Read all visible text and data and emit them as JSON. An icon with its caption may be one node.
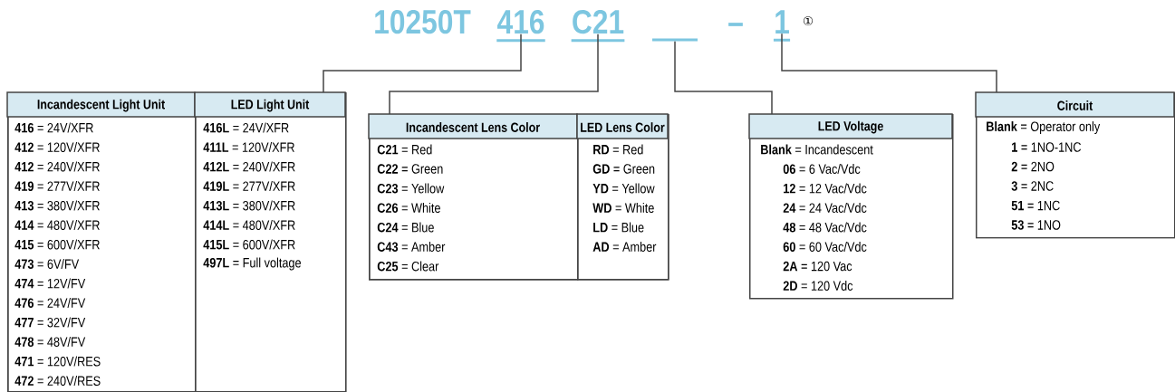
{
  "diagram": {
    "nodes": [
      {
        "text": [
          "416"
        ]
      },
      {
        "text": [
          "C21"
        ]
      },
      {
        "text": [],
        "shape": "bar"
      },
      {
        "text": [
          "1"
        ]
      },
      {
        "text": [],
        "shape": "box"
      },
      {
        "text": [
          "Incandescent Light Unit",
          "**416** = 24V/XFR",
          "**412** = 120V/XFR",
          "**412** = 240V/XFR",
          "**419** = 277V/XFR",
          "**413** = 380V/XFR",
          "**414** = 480V/XFR",
          "**415** = 600V/XFR",
          "**473** = 6V/FV",
          "**474** = 12V/FV",
          "**476** = 24V/FV",
          "**477** = 32V/FV",
          "**478** = 48V/FV",
          "**471** = 120V/RES",
          "**472** = 240V/RES"
        ],
        "in": 4
      },
      {
        "text": [
          "LED Light Unit",
          "**416L** = 24V/XFR",
          "**411L** = 120V/XFR",
          "**412L** = 240V/XFR",
          "**419L** = 277V/XFR",
          "**413L** = 380V/XFR",
          "**414L** = 480V/XFR",
          "**415L** = 600V/XFR",
          "**497L** = Full voltage"
        ],
        "in": 4
      },
      {
        "text": [],
        "shape": "box"
      },
      {
        "text": [
          "Incandescent Lens Color",
          "**C21** = Red",
          "**C22** = Green",
          "**C23** = Yellow",
          "**C26** = White",
          "**C24** = Blue",
          "**C43** = Amber",
          "**C25** = Clear"
        ],
        "in": 7
      },
      {
        "text": [
          "LED Lens Color",
          "**RD** = Red",
          "**GD** = Green",
          "**YD** = Yellow",
          "**WD** = White",
          "**LD** = Blue",
          "**AD** = Amber"
        ],
        "in": 7
      },
      {
        "text": [
          "LED Voltage",
          "**Blank** = Incandescent",
          "**06** = 6 Vac/Vdc",
          "**12** = 12 Vac/Vdc",
          "**24** = 24 Vac/Vdc",
          "**48** = 48 Vac/Vdc",
          "**60** = 60 Vac/Vdc",
          "**2A** = 120 Vac",
          "**2D** = 120 Vdc"
        ]
      },
      {
        "text": [
          "Circuit",
          "**Blank** = Operator only",
          "**1** = 1NO-1NC",
          "**2** = 2NO",
          "**3** = 2NC",
          "**51** = 1NC",
          "**53** = 1NO"
        ]
      }
    ],
    "edges": [
      {
        "from": 0,
        "to": 4,
        "arrow": "none"
      },
      {
        "from": 1,
        "to": 7,
        "arrow": "none"
      },
      {
        "from": 2,
        "to": 10,
        "arrow": "none"
      },
      {
        "from": 3,
        "to": 11,
        "arrow": "none"
      }
    ],
    "labels": [
      "10250T",
      "–",
      "①"
    ]
  }
}
